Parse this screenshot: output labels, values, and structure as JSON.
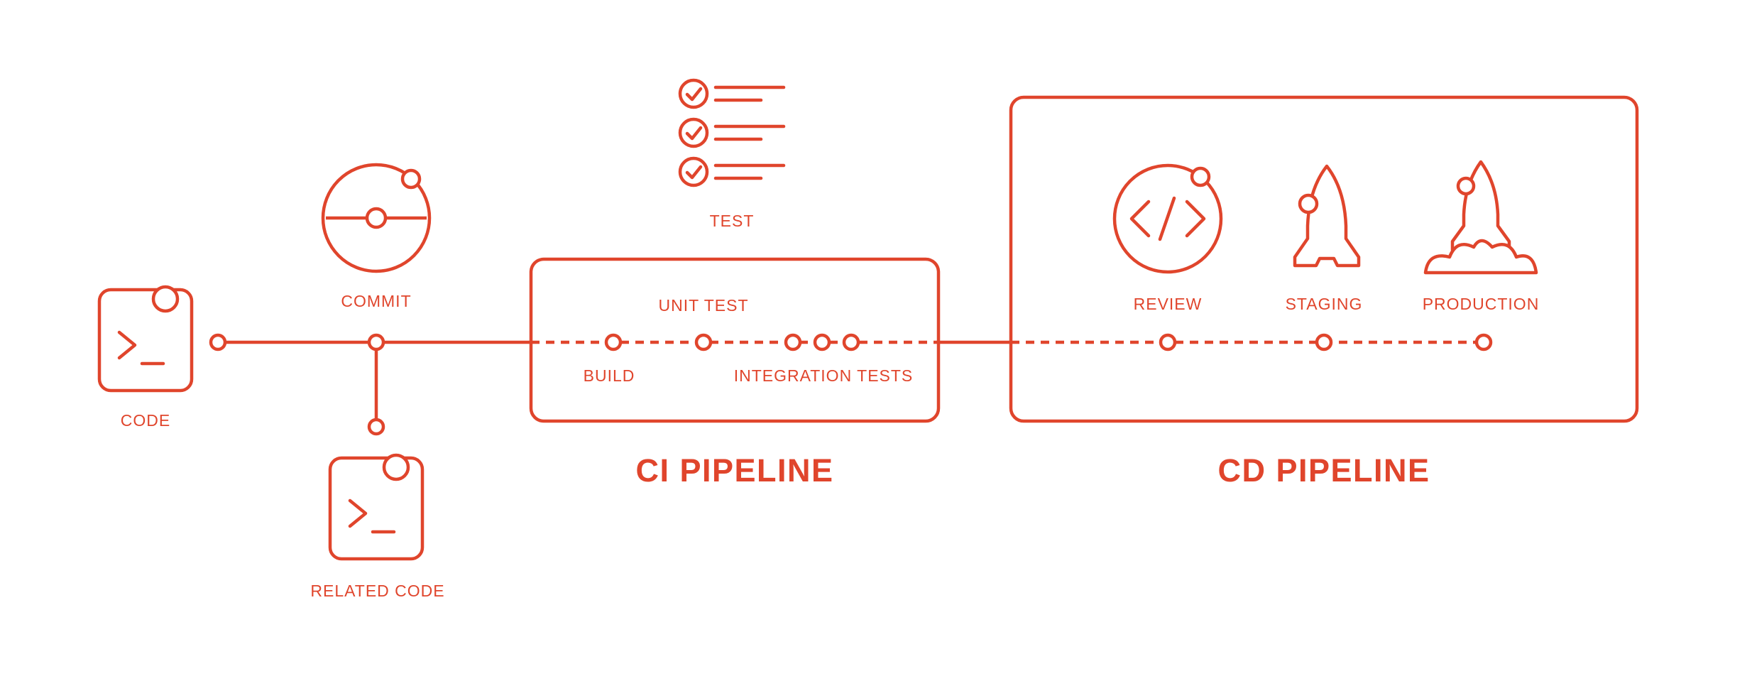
{
  "colors": {
    "accent": "#E0452C",
    "background": "#FFFFFF"
  },
  "stages": {
    "code": {
      "label": "CODE",
      "icon": "terminal-code-icon"
    },
    "commit": {
      "label": "COMMIT",
      "icon": "git-commit-icon"
    },
    "related_code": {
      "label": "RELATED CODE",
      "icon": "terminal-code-icon"
    },
    "test": {
      "label": "TEST",
      "icon": "checklist-icon"
    }
  },
  "ci_pipeline": {
    "title": "CI PIPELINE",
    "stages": {
      "build": {
        "label": "BUILD"
      },
      "unit_test": {
        "label": "UNIT TEST"
      },
      "integration_tests": {
        "label": "INTEGRATION TESTS"
      }
    }
  },
  "cd_pipeline": {
    "title": "CD PIPELINE",
    "stages": {
      "review": {
        "label": "REVIEW",
        "icon": "code-review-icon"
      },
      "staging": {
        "label": "STAGING",
        "icon": "rocket-icon"
      },
      "production": {
        "label": "PRODUCTION",
        "icon": "rocket-launch-icon"
      }
    }
  }
}
